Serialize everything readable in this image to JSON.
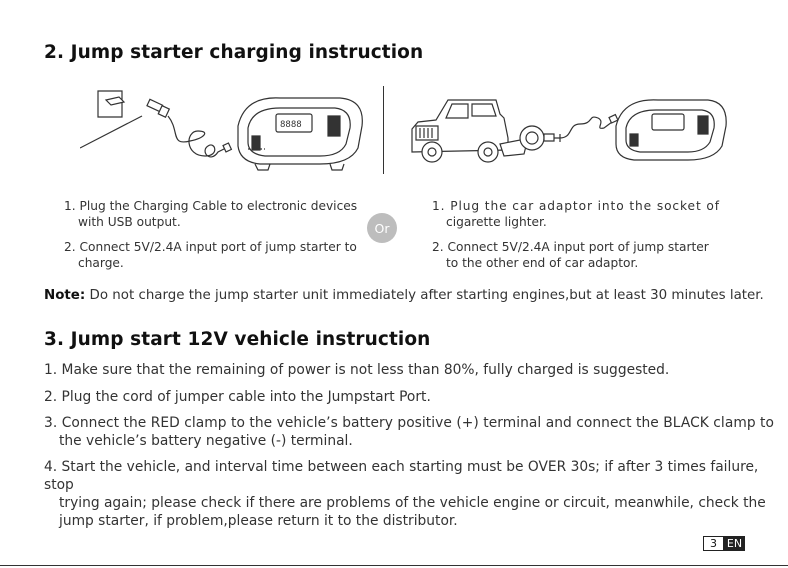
{
  "section2": {
    "title": "2. Jump starter charging instruction",
    "left_steps": [
      {
        "line1": "1. Plug the Charging Cable to electronic devices",
        "line2": "with USB output."
      },
      {
        "line1": "2. Connect 5V/2.4A input port of jump starter to",
        "line2": "charge."
      }
    ],
    "or_label": "Or",
    "right_steps": [
      {
        "line1": "1. Plug the car adaptor into the socket of",
        "line2": "cigarette lighter."
      },
      {
        "line1": "2. Connect 5V/2.4A input port of jump starter",
        "line2": "to the other end of car adaptor."
      }
    ],
    "note_label": "Note:",
    "note_text": " Do not charge the jump starter unit immediately after starting engines,but at least 30 minutes later."
  },
  "section3": {
    "title": "3. Jump start 12V vehicle instruction",
    "steps": [
      {
        "lines": [
          "1. Make sure that the remaining of power is not less than 80%, fully charged is suggested."
        ]
      },
      {
        "lines": [
          "2. Plug the cord of jumper cable into the Jumpstart Port."
        ]
      },
      {
        "lines": [
          "3. Connect the RED clamp to the vehicle’s battery positive (+) terminal and connect the BLACK clamp to",
          "the vehicle’s battery negative (-) terminal."
        ]
      },
      {
        "lines": [
          "4. Start the vehicle, and interval time between each starting must be OVER 30s; if after 3 times failure, stop",
          "trying again; please check if there are problems of the vehicle engine or circuit, meanwhile, check the",
          "jump starter, if problem,please return it to the distributor."
        ]
      }
    ]
  },
  "footer": {
    "page_number": "3",
    "language": "EN"
  },
  "illustration_device_lcd": "8888"
}
